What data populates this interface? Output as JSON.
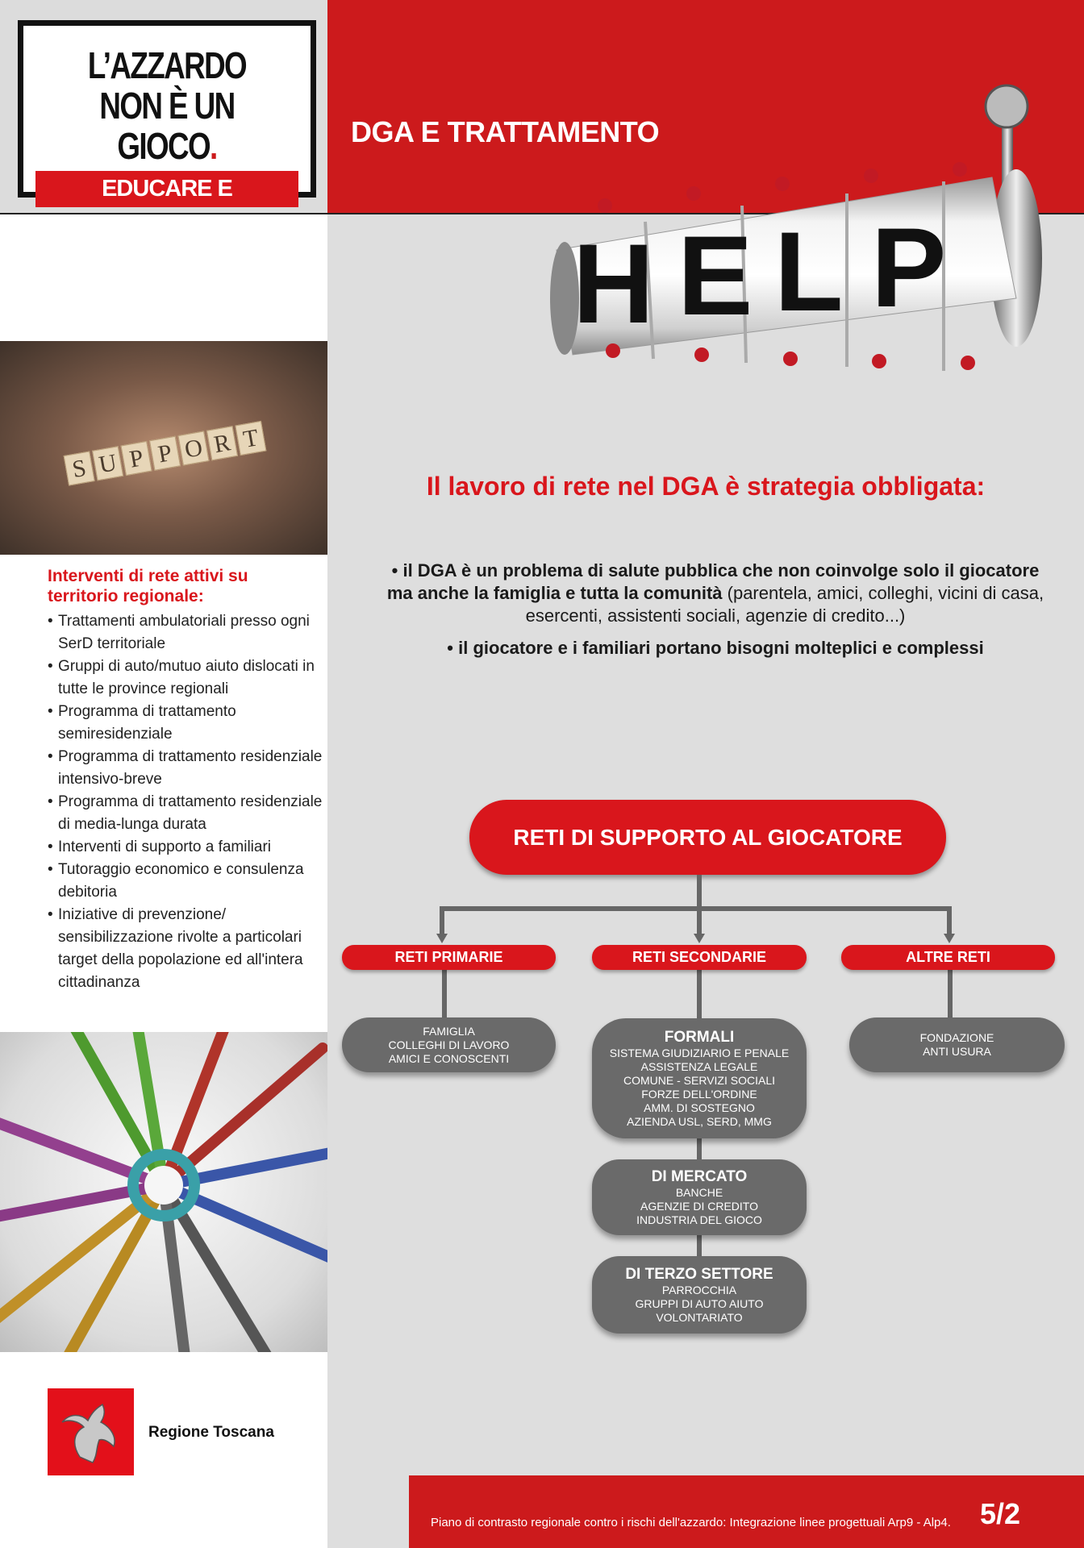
{
  "logo": {
    "line1": "L’AZZARDO",
    "line2": "NON È UN GIOCO",
    "dot": ".",
    "subtitle": "EDUCARE E PREVENIRE"
  },
  "header": {
    "title": "DGA E TRATTAMENTO"
  },
  "slot_machine": {
    "letters": [
      "H",
      "E",
      "L",
      "P"
    ]
  },
  "support_photo": {
    "blocks": [
      "S",
      "U",
      "P",
      "P",
      "O",
      "R",
      "T"
    ]
  },
  "sidebar": {
    "title": "Interventi di rete attivi su territorio regionale:",
    "items": [
      "Trattamenti ambulatoriali presso ogni SerD territoriale",
      "Gruppi di auto/mutuo aiuto dislocati in tutte le province regionali",
      "Programma di trattamento semiresidenziale",
      "Programma di trattamento residenziale intensivo-breve",
      "Programma di trattamento residenziale di media-lunga durata",
      "Interventi di supporto a familiari",
      "Tutoraggio economico e consulenza debitoria",
      "Iniziative di prevenzione/ sensibilizzazione rivolte a particolari target della popolazione ed all'intera cittadinanza"
    ],
    "region": "Regione Toscana"
  },
  "main": {
    "heading": "Il lavoro di rete nel DGA è strategia obbligata:",
    "bullet1_bold": "• il DGA è un problema di salute pubblica che non coinvolge solo il giocatore ma anche la famiglia e tutta la comunità",
    "bullet1_rest": " (parentela, amici, colleghi, vicini di casa, esercenti, assistenti sociali, agenzie di credito...)",
    "bullet2": "• il giocatore e i familiari portano bisogni molteplici e complessi"
  },
  "diagram": {
    "root": "RETI DI SUPPORTO AL GIOCATORE",
    "categories": [
      "RETI PRIMARIE",
      "RETI SECONDARIE",
      "ALTRE RETI"
    ],
    "primarie": [
      "FAMIGLIA",
      "COLLEGHI DI LAVORO",
      "AMICI E CONOSCENTI"
    ],
    "formali": {
      "title": "FORMALI",
      "items": [
        "SISTEMA GIUDIZIARIO E PENALE",
        "ASSISTENZA LEGALE",
        "COMUNE - SERVIZI SOCIALI",
        "FORZE DELL'ORDINE",
        "AMM. DI SOSTEGNO",
        "AZIENDA USL, SERD, MMG"
      ]
    },
    "mercato": {
      "title": "DI MERCATO",
      "items": [
        "BANCHE",
        "AGENZIE DI CREDITO",
        "INDUSTRIA DEL GIOCO"
      ]
    },
    "terzo": {
      "title": "DI TERZO SETTORE",
      "items": [
        "PARROCCHIA",
        "GRUPPI DI AUTO AIUTO",
        "VOLONTARIATO"
      ]
    },
    "altre": [
      "FONDAZIONE",
      "ANTI USURA"
    ]
  },
  "footer": {
    "text": "Piano di contrasto regionale contro i rischi dell'azzardo: Integrazione linee progettuali Arp9 - Alp4.",
    "page": "5/2"
  },
  "colors": {
    "red": "#cc1a1c",
    "gray_box": "#6a6a6a",
    "background": "#dedede"
  }
}
